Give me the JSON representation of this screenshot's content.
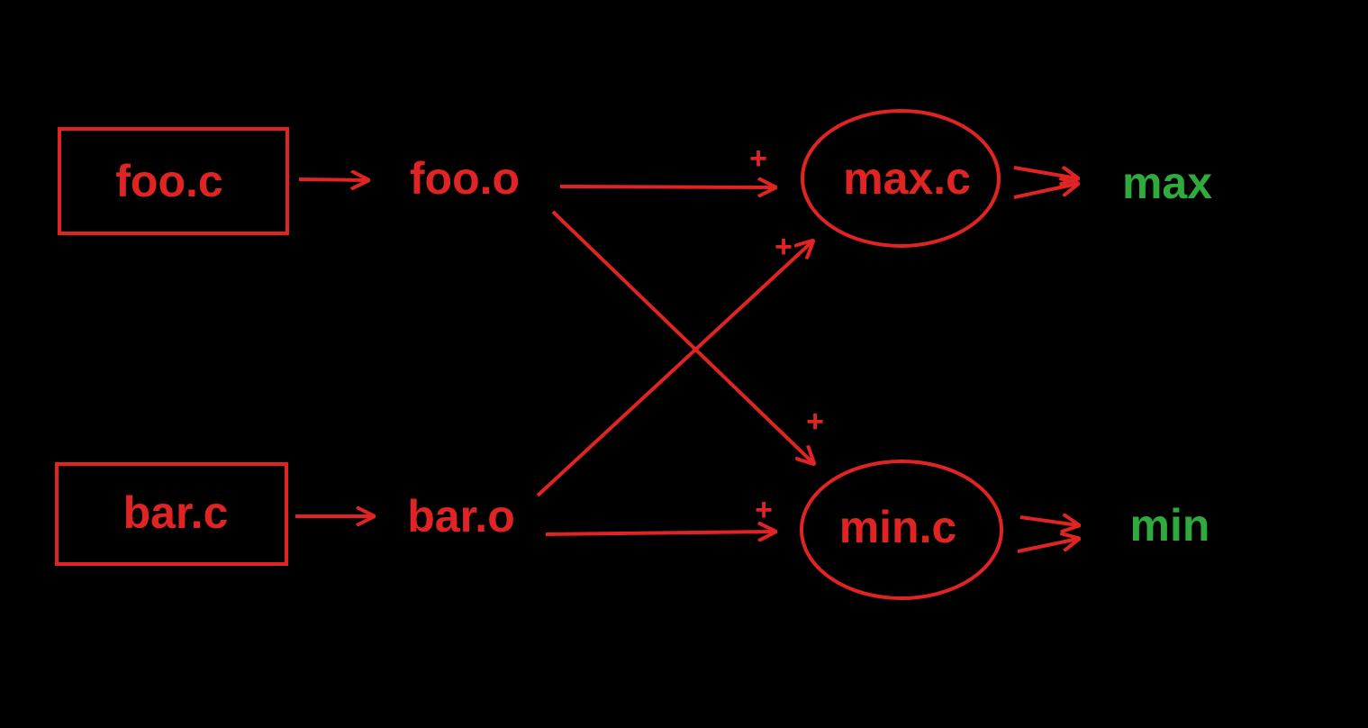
{
  "colors": {
    "background": "#000000",
    "stroke": "#e02424",
    "output_text": "#2faa3c"
  },
  "sources": {
    "foo": "foo.c",
    "bar": "bar.c"
  },
  "objects": {
    "foo": "foo.o",
    "bar": "bar.o"
  },
  "mains": {
    "max": "max.c",
    "min": "min.c"
  },
  "outputs": {
    "max": "max",
    "min": "min"
  },
  "plus_signs": {
    "foo_to_max": "+",
    "bar_to_max": "+",
    "foo_to_min": "+",
    "bar_to_min": "+"
  }
}
